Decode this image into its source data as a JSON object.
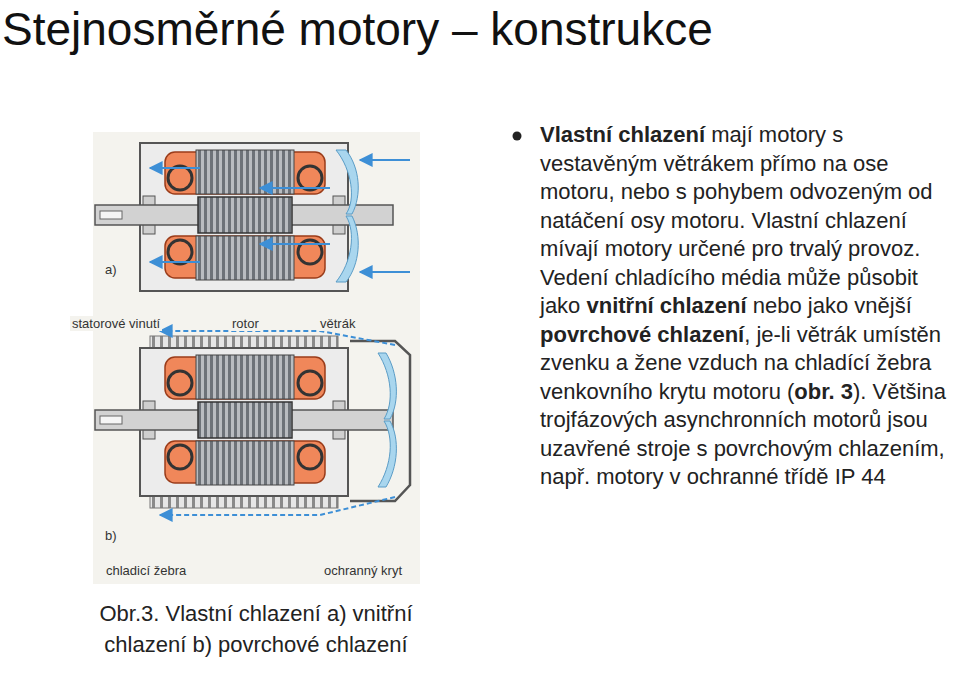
{
  "diagram": {
    "title": "Stejnosměrné motory – konstrukce",
    "caption": "Obr.3. Vlastní chlazení a) vnitřní chlazení b) povrchové chlazení",
    "labels": [
      "a)",
      "statorové vinutí",
      "rotor",
      "větrák",
      "b)",
      "chladicí žebra",
      "ochranný kryt",
      "Vlastní chlazení",
      "mají motory s vestavěným větrákem přímo na ose motoru, nebo s pohybem odvozeným od natáčení osy motoru. Vlastní chlazení mívají motory určené pro trvalý provoz. Vedení chladícího média může působit jako",
      "vnitřní chlazení",
      "nebo jako vnější",
      "povrchové chlazení",
      ", je-li větrák umístěn zvenku a žene vzduch na chladící žebra venkovního krytu motoru (",
      "obr. 3",
      "). Většina trojfázových asynchronních motorů jsou uzavřené stroje s povrchovým chlazením, např. motory v ochranné třídě IP 44"
    ]
  }
}
